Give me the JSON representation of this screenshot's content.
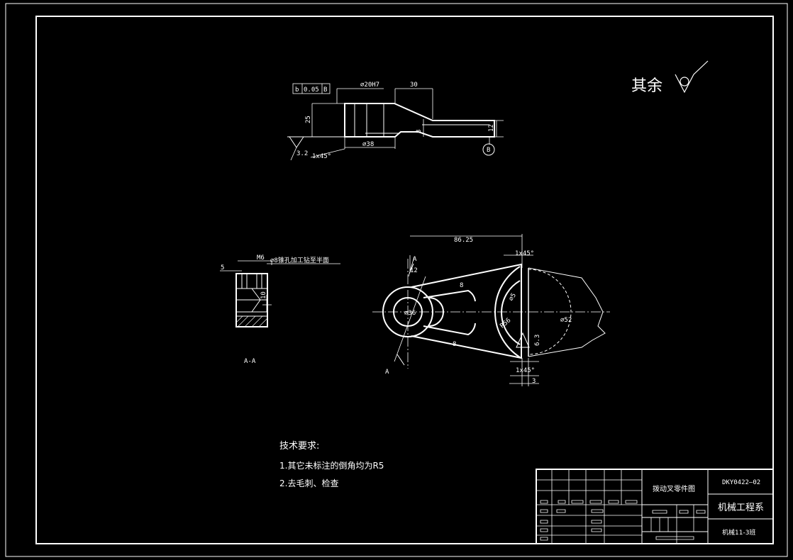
{
  "surface_note": {
    "text": "其余"
  },
  "top_view": {
    "tolerance_symbol": "b",
    "tolerance_value": "0.05",
    "tolerance_datum": "B",
    "dim_bore": "⌀20H7",
    "dim_30": "30",
    "dim_25": "25",
    "dim_38": "⌀38",
    "dim_8": "8",
    "dim_12": "12",
    "roughness": "3.2",
    "chamfer": "1x45°",
    "datum": "B"
  },
  "section_view": {
    "thread": "M6",
    "dim_5": "5",
    "hole_note": "⌀8锥孔加工钻至半面",
    "depth": "10",
    "label": "A-A"
  },
  "front_view": {
    "dim_86_25": "86.25",
    "chamfer_top": "1x45°",
    "chamfer_bottom": "1x45°",
    "section_a_top": "A",
    "section_a_bottom": "A",
    "dim_12": "12",
    "dim_bore": "⌀36",
    "dim_8a": "8",
    "dim_8b": "8",
    "dim_r5": "⌀5",
    "dim_52": "⌀52",
    "dim_r56": "R56",
    "dim_6_3": "6.3",
    "dim_3": "3"
  },
  "tech_requirements": {
    "title": "技术要求:",
    "items": [
      "1.其它未标注的倒角均为R5",
      "2.去毛刺、检查"
    ]
  },
  "title_block": {
    "part_name": "拨动叉零件图",
    "drawing_no": "DKY0422—02",
    "department": "机械工程系",
    "class_name": "机械11-3班"
  }
}
